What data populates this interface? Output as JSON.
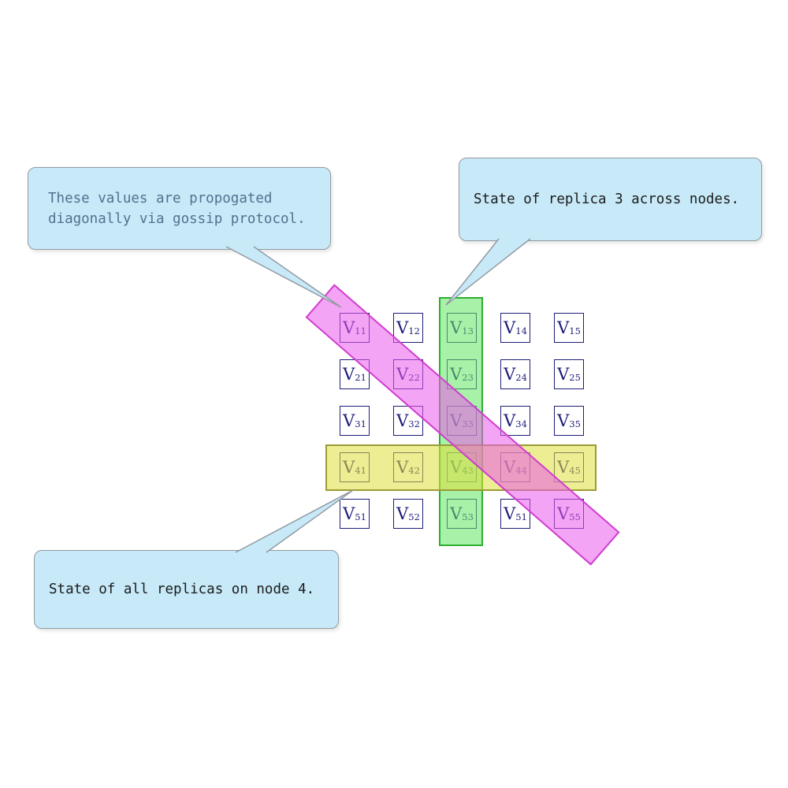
{
  "matrix": {
    "rows": 5,
    "cols": 5,
    "cells": [
      [
        {
          "base": "V",
          "sub": "11"
        },
        {
          "base": "V",
          "sub": "12"
        },
        {
          "base": "V",
          "sub": "13"
        },
        {
          "base": "V",
          "sub": "14"
        },
        {
          "base": "V",
          "sub": "15"
        }
      ],
      [
        {
          "base": "V",
          "sub": "21"
        },
        {
          "base": "V",
          "sub": "22"
        },
        {
          "base": "V",
          "sub": "23"
        },
        {
          "base": "V",
          "sub": "24"
        },
        {
          "base": "V",
          "sub": "25"
        }
      ],
      [
        {
          "base": "V",
          "sub": "31"
        },
        {
          "base": "V",
          "sub": "32"
        },
        {
          "base": "V",
          "sub": "33"
        },
        {
          "base": "V",
          "sub": "34"
        },
        {
          "base": "V",
          "sub": "35"
        }
      ],
      [
        {
          "base": "V",
          "sub": "41"
        },
        {
          "base": "V",
          "sub": "42"
        },
        {
          "base": "V",
          "sub": "43"
        },
        {
          "base": "V",
          "sub": "44"
        },
        {
          "base": "V",
          "sub": "45"
        }
      ],
      [
        {
          "base": "V",
          "sub": "51"
        },
        {
          "base": "V",
          "sub": "52"
        },
        {
          "base": "V",
          "sub": "53"
        },
        {
          "base": "V",
          "sub": "51"
        },
        {
          "base": "V",
          "sub": "55"
        }
      ]
    ]
  },
  "callouts": {
    "gossip": {
      "text": "These values are propogated diagonally via gossip protocol."
    },
    "replica": {
      "text": "State of replica 3 across nodes."
    },
    "node": {
      "text": "State of all replicas on node 4."
    }
  },
  "colors": {
    "cell_border": "#1d1d7a",
    "cell_text": "#1d1d7a",
    "column_highlight_fill": "#93ef93",
    "column_highlight_border": "#2fae2f",
    "row_highlight_fill": "#eeee94",
    "row_highlight_border": "#9b9b35",
    "diagonal_highlight_fill": "#f39cf3",
    "diagonal_highlight_border": "#cf3fcf",
    "callout_fill": "#c7e9f8",
    "callout_border": "#939ba2",
    "gossip_text_color": "#52718f",
    "callout_text_color": "#1b1b1b"
  }
}
